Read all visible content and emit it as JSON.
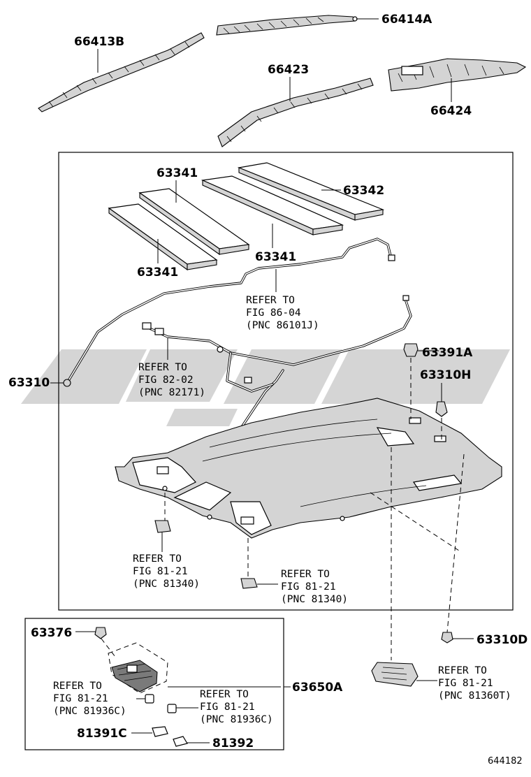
{
  "figure_id": "644182",
  "parts": {
    "p66414A": "66414A",
    "p66413B": "66413B",
    "p66423": "66423",
    "p66424": "66424",
    "p63341_a": "63341",
    "p63342": "63342",
    "p63341_b": "63341",
    "p63341_c": "63341",
    "p63391A": "63391A",
    "p63310H": "63310H",
    "p63310": "63310",
    "p63310D": "63310D",
    "p63376": "63376",
    "p63650A": "63650A",
    "p81391C": "81391C",
    "p81392": "81392"
  },
  "refs": {
    "ref_8604": [
      "REFER TO",
      "FIG 86-04",
      "(PNC 86101J)"
    ],
    "ref_8202": [
      "REFER TO",
      "FIG 82-02",
      "(PNC 82171)"
    ],
    "ref_8121_left": [
      "REFER TO",
      "FIG 81-21",
      "(PNC 81340)"
    ],
    "ref_8121_mid": [
      "REFER TO",
      "FIG 81-21",
      "(PNC 81340)"
    ],
    "ref_8121_right": [
      "REFER TO",
      "FIG 81-21",
      "(PNC 81360T)"
    ],
    "ref_8121_box_left": [
      "REFER TO",
      "FIG 81-21",
      "(PNC 81936C)"
    ],
    "ref_8121_box_right": [
      "REFER TO",
      "FIG 81-21",
      "(PNC 81936C)"
    ]
  },
  "colors": {
    "line": "#000000",
    "part_fill": "#d4d4d4",
    "watermark": "#9a9a9a"
  }
}
